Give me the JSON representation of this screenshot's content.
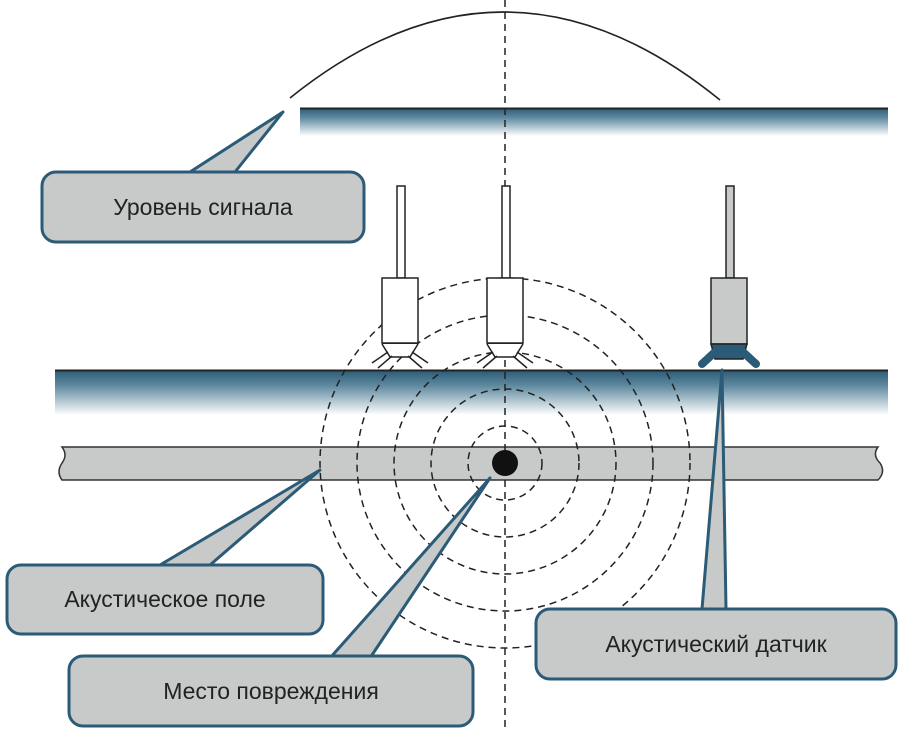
{
  "labels": {
    "signal_level": "Уровень сигнала",
    "acoustic_field": "Акустическое поле",
    "damage_location": "Место повреждения",
    "acoustic_sensor": "Акустический датчик"
  },
  "colors": {
    "accent": "#2b5b76",
    "callout_fill": "#c8c9c9",
    "pipe_fill": "#c8c9c9"
  }
}
